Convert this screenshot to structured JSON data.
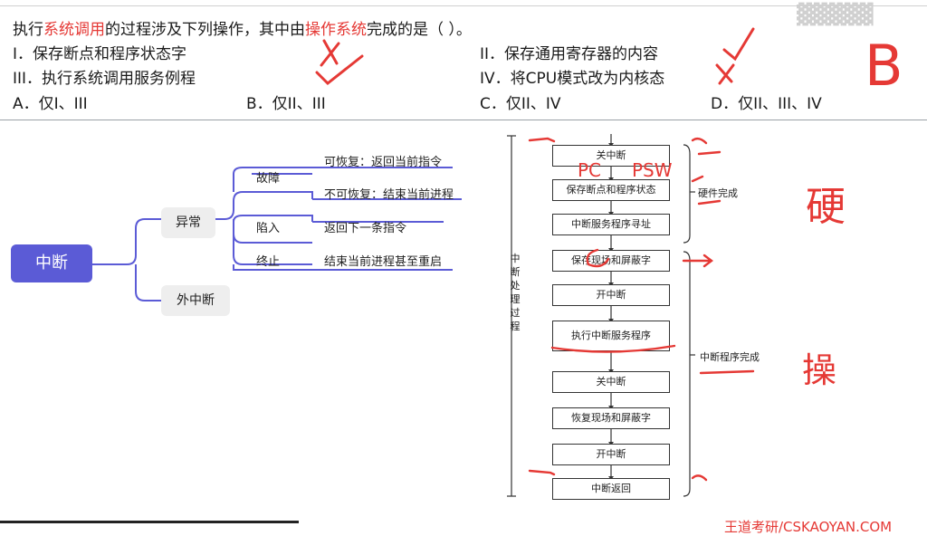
{
  "question": {
    "prefix": "执行",
    "hl1": "系统调用",
    "mid": "的过程涉及下列操作，其中由",
    "hl2": "操作系统",
    "suffix": "完成的是（   ）。",
    "items": [
      "I．保存断点和程序状态字",
      "II．保存通用寄存器的内容",
      "III．执行系统调用服务例程",
      "IV．将CPU模式改为内核态"
    ],
    "options": [
      "A．仅I、III",
      "B．仅II、III",
      "C．仅II、IV",
      "D．仅II、III、IV"
    ]
  },
  "annotations": {
    "answer": "B",
    "hardware": "硬",
    "os": "操",
    "pc": "PC",
    "psw": "PSW"
  },
  "mindmap": {
    "root": "中断",
    "exception": "异常",
    "external": "外中断",
    "fault": "故障",
    "trap": "陷入",
    "abort": "终止",
    "fault_recoverable": "可恢复：返回当前指令",
    "fault_unrecoverable": "不可恢复：结束当前进程",
    "trap_desc": "返回下一条指令",
    "abort_desc": "结束当前进程甚至重启"
  },
  "flow": {
    "steps": [
      "关中断",
      "保存断点和程序状态",
      "中断服务程序寻址",
      "保存现场和屏蔽字",
      "开中断",
      "执行中断服务程序",
      "关中断",
      "恢复现场和屏蔽字",
      "开中断",
      "中断返回"
    ],
    "hardware_label": "硬件完成",
    "program_label": "中断程序完成",
    "vertical_label": [
      "中",
      "断",
      "处",
      "理",
      "过",
      "程"
    ]
  },
  "footer": {
    "brand": "王道考研/CSKAOYAN.COM"
  }
}
